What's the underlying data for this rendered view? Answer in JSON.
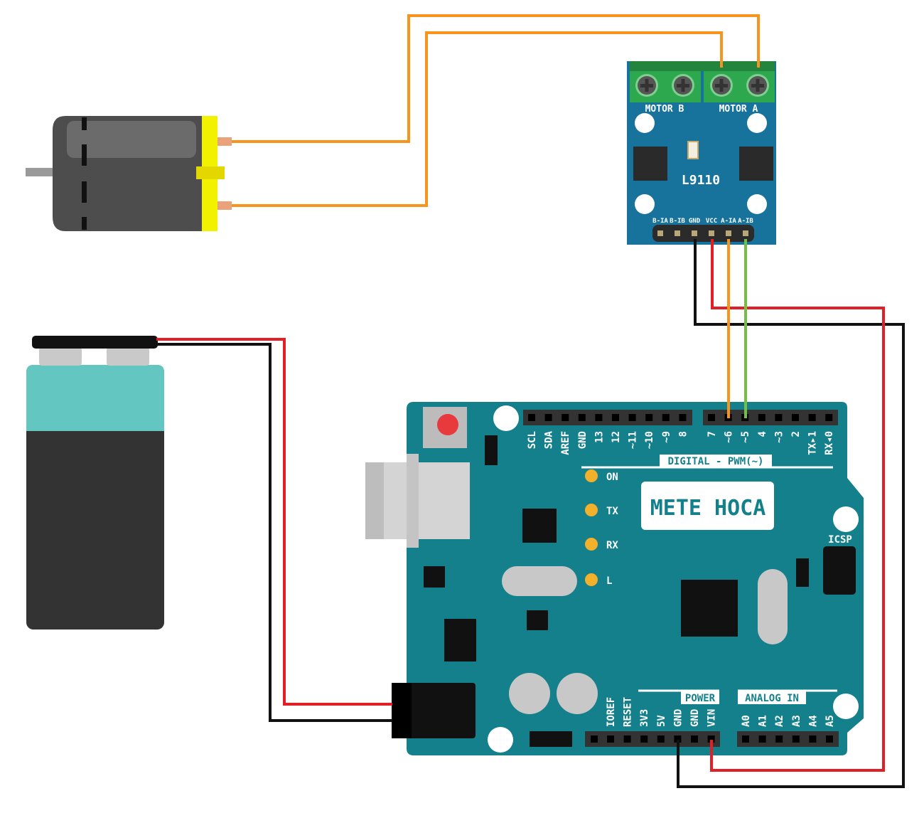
{
  "colors": {
    "arduino_board": "#13808c",
    "driver_board": "#17739c",
    "terminal_green": "#2ea84f",
    "wire_orange": "#f7941d",
    "wire_red": "#e21f26",
    "wire_black": "#111111",
    "wire_green": "#72bf44",
    "motor_body": "#4d4d4d",
    "motor_cap": "#f2f200",
    "battery_top": "#63c6c0",
    "battery_body": "#333333",
    "led": "#f3b02a",
    "reset_button": "#e8393c"
  },
  "driver": {
    "name": "L9110",
    "motor_b": "MOTOR B",
    "motor_a": "MOTOR A",
    "pins": [
      "B-IA",
      "B-IB",
      "GND",
      "VCC",
      "A-IA",
      "A-IB"
    ]
  },
  "arduino": {
    "brand": "METE HOCA",
    "digital_label": "DIGITAL - PWM(~)",
    "digital_pins_left": [
      "SCL",
      "SDA",
      "AREF",
      "GND",
      "13",
      "12",
      "~11",
      "~10",
      "~9",
      "8"
    ],
    "digital_pins_right": [
      "7",
      "~6",
      "~5",
      "4",
      "~3",
      "2",
      "TX▸1",
      "RX◂0"
    ],
    "power_label": "POWER",
    "power_pins": [
      "IOREF",
      "RESET",
      "3V3",
      "5V",
      "GND",
      "GND",
      "VIN"
    ],
    "analog_label": "ANALOG IN",
    "analog_pins": [
      "A0",
      "A1",
      "A2",
      "A3",
      "A4",
      "A5"
    ],
    "leds": [
      "ON",
      "TX",
      "RX",
      "L"
    ],
    "icsp_label": "ICSP"
  },
  "connections": [
    {
      "from": "motor +",
      "to": "L9110 MOTOR A",
      "color": "orange"
    },
    {
      "from": "motor -",
      "to": "L9110 MOTOR A",
      "color": "orange"
    },
    {
      "from": "L9110 A-IA",
      "to": "Arduino ~6",
      "color": "orange"
    },
    {
      "from": "L9110 A-IB",
      "to": "Arduino ~5",
      "color": "green"
    },
    {
      "from": "L9110 VCC",
      "to": "Arduino VIN",
      "color": "red"
    },
    {
      "from": "L9110 GND",
      "to": "Arduino GND",
      "color": "black"
    },
    {
      "from": "battery +",
      "to": "Arduino power jack",
      "color": "red"
    },
    {
      "from": "battery -",
      "to": "Arduino power jack",
      "color": "black"
    }
  ]
}
